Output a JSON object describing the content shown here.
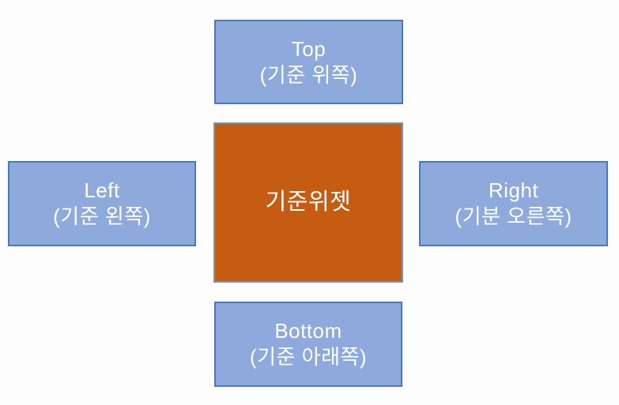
{
  "colors": {
    "box_fill_blue": "#8EA9DB",
    "box_border_blue": "#4878C0",
    "center_fill_orange": "#C65C11",
    "center_border": "#7E94A9",
    "text_color": "#FFFFFF",
    "bg_color": "#FDFDFD"
  },
  "diagram": {
    "top": {
      "label_en": "Top",
      "label_ko": "(기준 위쪽)"
    },
    "left": {
      "label_en": "Left",
      "label_ko": "(기준 왼쪽)"
    },
    "center": {
      "label": "기준위젯"
    },
    "right": {
      "label_en": "Right",
      "label_ko": "(기분 오른쪽)"
    },
    "bottom": {
      "label_en": "Bottom",
      "label_ko": "(기준 아래쪽)"
    }
  }
}
